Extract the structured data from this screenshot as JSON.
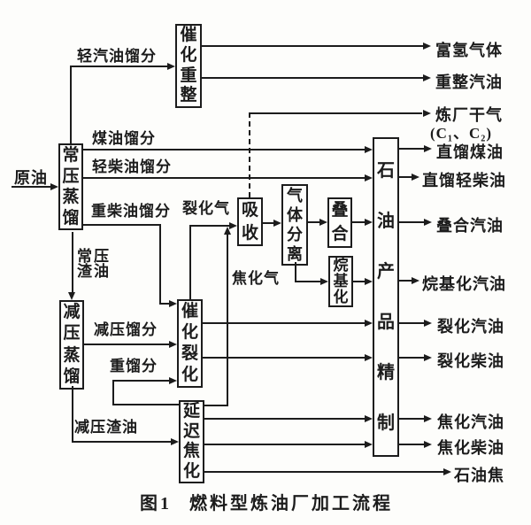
{
  "colors": {
    "ink": "#1c1c1c",
    "paper": "#fdfdfb"
  },
  "caption": {
    "figure_no": "图1",
    "title": "燃料型炼油厂加工流程"
  },
  "units": {
    "atmospheric_distillation": "常压蒸馏",
    "catalytic_reforming": "催化重整",
    "absorption": "吸收",
    "gas_separation": "气体分离",
    "polymerization": "叠合",
    "alkylation": "烷基化",
    "vacuum_distillation": "减压蒸馏",
    "catalytic_cracking": "催化裂化",
    "delayed_coking": "延迟焦化",
    "product_refining": "石油产品精制"
  },
  "streams": {
    "crude_oil": "原油",
    "light_gasoline_cut": "轻汽油馏分",
    "kerosene_cut": "煤油馏分",
    "light_diesel_cut": "轻柴油馏分",
    "heavy_diesel_cut": "重柴油馏分",
    "cracked_gas": "裂化气",
    "coker_gas": "焦化气",
    "atmospheric_residue": "常压渣油",
    "vacuum_distillate": "减压馏分",
    "heavy_fraction": "重馏分",
    "vacuum_residue": "减压渣油"
  },
  "products": {
    "hydrogen_rich_gas": "富氢气体",
    "reformed_gasoline": "重整汽油",
    "refinery_dry_gas": "炼厂干气",
    "refinery_dry_gas_note": "(C₁、C₂)",
    "straight_run_kerosene": "直馏煤油",
    "straight_run_light_diesel": "直馏轻柴油",
    "polymer_gasoline": "叠合汽油",
    "alkylate_gasoline": "烷基化汽油",
    "cracked_gasoline": "裂化汽油",
    "cracked_diesel": "裂化柴油",
    "coker_gasoline": "焦化汽油",
    "coker_diesel": "焦化柴油",
    "petroleum_coke": "石油焦"
  }
}
